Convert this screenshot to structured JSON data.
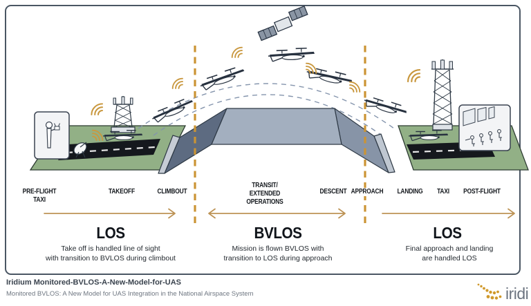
{
  "diagram": {
    "phases": [
      {
        "label": "PRE-FLIGHT TAXI"
      },
      {
        "label": "TAKEOFF"
      },
      {
        "label": "CLIMBOUT"
      },
      {
        "label": "TRANSIT/\nEXTENDED OPERATIONS"
      },
      {
        "label": "DESCENT"
      },
      {
        "label": "APPROACH"
      },
      {
        "label": "LANDING"
      },
      {
        "label": "TAXI"
      },
      {
        "label": "POST-FLIGHT"
      }
    ],
    "sections": [
      {
        "heading": "LOS",
        "description": "Take off is handled line of sight\nwith transition to BVLOS during climbout"
      },
      {
        "heading": "BVLOS",
        "description": "Mission is flown BVLOS with\ntransition to LOS during approach"
      },
      {
        "heading": "LOS",
        "description": "Final approach and landing\nare handled LOS"
      }
    ],
    "icons": {
      "satellite": "satellite-icon",
      "drone": "drone-icon",
      "signal_waves": "signal-waves-icon",
      "cell_tower": "cell-tower-icon",
      "lattice_tower": "lattice-tower-icon",
      "satellite_dish": "satellite-dish-icon",
      "remote_pilot": "remote-pilot-card",
      "control_room": "control-room-card"
    }
  },
  "footer": {
    "title": "Iridium Monitored-BVLOS-A-New-Model-for-UAS",
    "subtitle": "Monitored BVLOS: A New Model for UAS Integration in the National Airspace System",
    "logo_text": "iridi"
  },
  "colors": {
    "accent_gold": "#BD9355",
    "divider_gold": "#CB9434",
    "logo_gold": "#D0992B",
    "field_green": "#92B086",
    "bridge_gray": "#A3AFBF",
    "ink": "#1D2633"
  }
}
